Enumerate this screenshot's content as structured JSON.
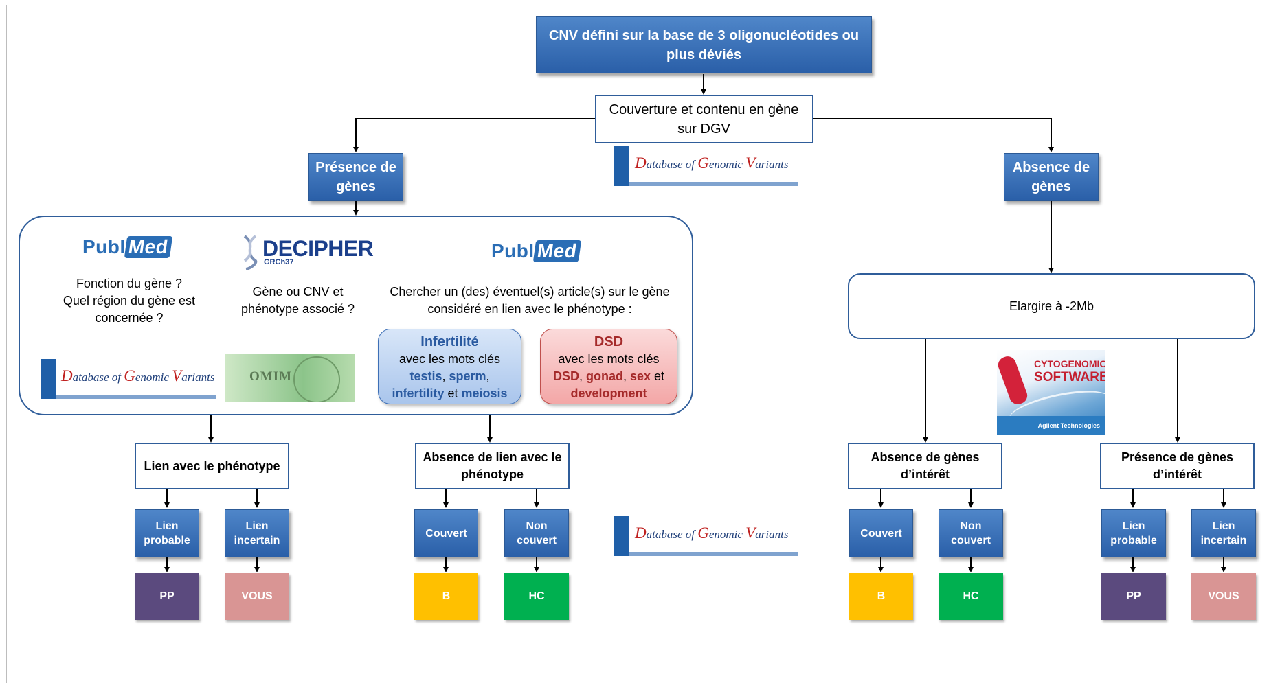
{
  "top": {
    "line1": "CNV défini sur la base de 3 oligonucléotides ou",
    "line2": "plus déviés"
  },
  "coverage": {
    "line1": "Couverture et contenu en gène",
    "line2": "sur DGV"
  },
  "dgv_logo": {
    "cap1": "D",
    "w1": "atabase of ",
    "cap2": "G",
    "w2": "enomic ",
    "cap3": "V",
    "w3": "ariants"
  },
  "presence": {
    "line1": "Présence de",
    "line2": "gènes"
  },
  "absence": {
    "line1": "Absence de",
    "line2": "gènes"
  },
  "panel": {
    "pubmed": {
      "pre": "Publ",
      "mid": "Med"
    },
    "col1": {
      "l1": "Fonction du gène  ?",
      "l2": "Quel région du gène est",
      "l3": "concernée  ?"
    },
    "decipher": {
      "name": "DECIPHER",
      "sub": "GRCh37"
    },
    "col2": {
      "l1": "Gène ou CNV et",
      "l2": "phénotype  associé ?"
    },
    "col3": {
      "l1": "Chercher un (des) éventuel(s) article(s) sur le gène",
      "l2": "considéré en lien avec le phénotype  :"
    },
    "omim": "OMIM",
    "infert": {
      "title": "Infertilité",
      "l1": "avec les mots clés",
      "k1": "testis",
      "s1": ", ",
      "k2": "sperm",
      "s2": ",",
      "k3": "infertility",
      "s3": " et ",
      "k4": "meiosis"
    },
    "dsd": {
      "title": "DSD",
      "l1": "avec les mots clés",
      "k1": "DSD",
      "s1": ", ",
      "k2": "gonad",
      "s2": ", ",
      "k3": "sex",
      "s3": " et",
      "k4": "development"
    }
  },
  "elargir": "Elargire à -2Mb",
  "cyto": {
    "t1": "CYTOGENOMICS",
    "t2": "SOFTWARE",
    "foot": "Agilent Technologies"
  },
  "lien": "Lien avec le phénotype",
  "abs_lien": {
    "l1": "Absence de lien avec le",
    "l2": "phénotype"
  },
  "abs_interet": {
    "l1": "Absence de gènes",
    "l2": "d’intérêt"
  },
  "pres_interet": {
    "l1": "Présence de gènes",
    "l2": "d’intérêt"
  },
  "labels": {
    "lien_probable": {
      "l1": "Lien",
      "l2": "probable"
    },
    "lien_incertain": {
      "l1": "Lien",
      "l2": "incertain"
    },
    "couvert": "Couvert",
    "non_couvert": {
      "l1": "Non",
      "l2": "couvert"
    }
  },
  "results": {
    "pp": "PP",
    "vous": "VOUS",
    "b": "B",
    "hc": "HC"
  },
  "colors": {
    "pp": "#5b4a7e",
    "vous": "#d99594",
    "b": "#ffc000",
    "hc": "#00b050",
    "blue": "#2e64ad"
  }
}
